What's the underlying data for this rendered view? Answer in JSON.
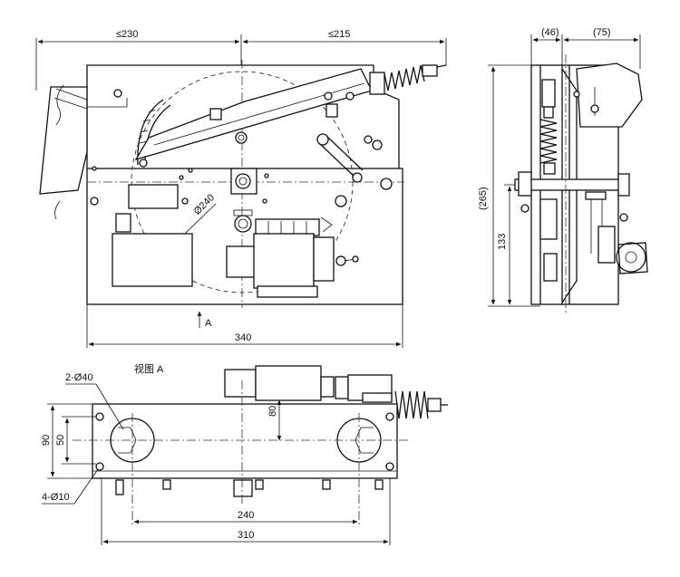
{
  "front_view": {
    "dim_left": "≤230",
    "dim_right": "≤215",
    "dim_width": "340",
    "dim_diameter": "Ø240",
    "view_arrow_label": "A"
  },
  "side_view": {
    "dim_top_left": "(46)",
    "dim_top_right": "(75)",
    "dim_height": "(265)",
    "dim_lower": "133"
  },
  "bottom_view": {
    "title": "视图 A",
    "holes_large": "2-Ø40",
    "holes_small": "4-Ø10",
    "dim_90": "90",
    "dim_50": "50",
    "dim_80": "80",
    "dim_240": "240",
    "dim_310": "310"
  }
}
